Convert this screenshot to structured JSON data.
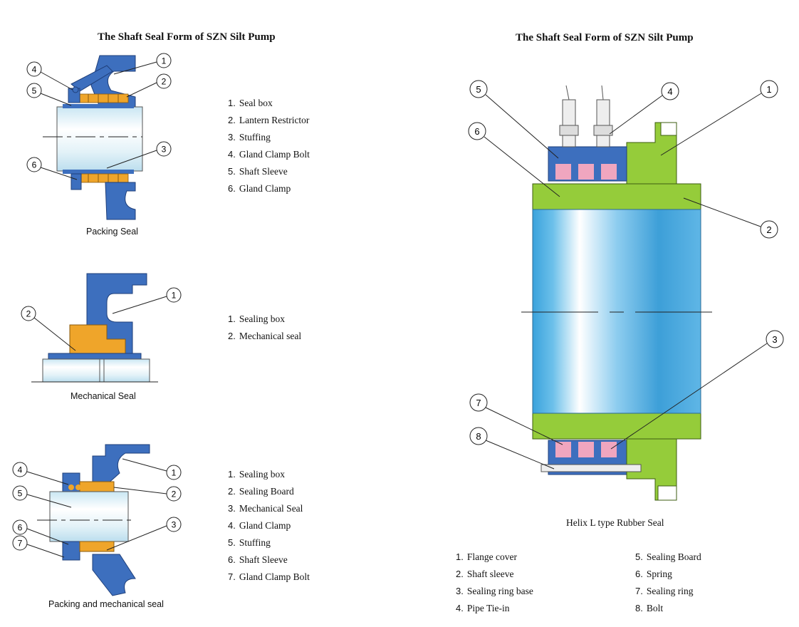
{
  "left_title": "The Shaft Seal Form of SZN Silt Pump",
  "right_title": "The Shaft Seal Form of SZN Silt Pump",
  "colors": {
    "housing_blue": "#3d6fbe",
    "packing_orange": "#efa52a",
    "shaft_light": "#eef7fb",
    "shaft_blue": "#47abdf",
    "sleeve_green": "#95cc3a",
    "ring_pink": "#f0a6bf"
  },
  "packing_seal": {
    "caption": "Packing Seal",
    "callouts": [
      "1",
      "2",
      "3",
      "4",
      "5",
      "6"
    ],
    "legend": [
      {
        "num": "1.",
        "label": "Seal box"
      },
      {
        "num": "2.",
        "label": "Lantern Restrictor"
      },
      {
        "num": "3.",
        "label": "Stuffing"
      },
      {
        "num": "4.",
        "label": "Gland Clamp Bolt"
      },
      {
        "num": "5.",
        "label": "Shaft Sleeve"
      },
      {
        "num": "6.",
        "label": "Gland Clamp"
      }
    ]
  },
  "mechanical_seal": {
    "caption": "Mechanical Seal",
    "callouts": [
      "1",
      "2"
    ],
    "legend": [
      {
        "num": "1.",
        "label": "Sealing box"
      },
      {
        "num": "2.",
        "label": "Mechanical seal"
      }
    ]
  },
  "packing_mechanical_seal": {
    "caption": "Packing and mechanical seal",
    "callouts": [
      "1",
      "2",
      "3",
      "4",
      "5",
      "6",
      "7"
    ],
    "legend": [
      {
        "num": "1.",
        "label": "Sealing box"
      },
      {
        "num": "2.",
        "label": "Sealing Board"
      },
      {
        "num": "3.",
        "label": "Mechanical Seal"
      },
      {
        "num": "4.",
        "label": "Gland Clamp"
      },
      {
        "num": "5.",
        "label": "Stuffing"
      },
      {
        "num": "6.",
        "label": "Shaft Sleeve"
      },
      {
        "num": "7.",
        "label": "Gland Clamp Bolt"
      }
    ]
  },
  "helix_seal": {
    "caption": "Helix L type Rubber Seal",
    "callouts": [
      "1",
      "2",
      "3",
      "4",
      "5",
      "6",
      "7",
      "8"
    ],
    "legend_left": [
      {
        "num": "1.",
        "label": "Flange cover"
      },
      {
        "num": "2.",
        "label": "Shaft sleeve"
      },
      {
        "num": "3.",
        "label": "Sealing ring base"
      },
      {
        "num": "4.",
        "label": "Pipe Tie-in"
      }
    ],
    "legend_right": [
      {
        "num": "5.",
        "label": "Sealing Board"
      },
      {
        "num": "6.",
        "label": "Spring"
      },
      {
        "num": "7.",
        "label": "Sealing ring"
      },
      {
        "num": "8.",
        "label": "Bolt"
      }
    ]
  }
}
